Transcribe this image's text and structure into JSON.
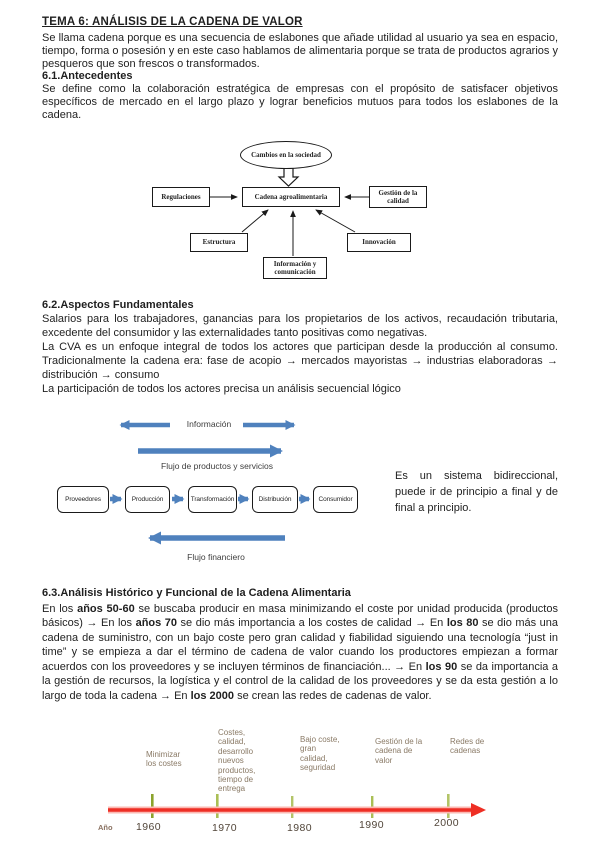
{
  "colors": {
    "diagram_blue": "#4f81bd",
    "timeline_red": "#ee2e24",
    "tick_green": "#9aad35",
    "timeline_label_brown": "#8a7a66",
    "timeline_year_brown": "#52463a"
  },
  "doc": {
    "title": "TEMA 6: ANÁLISIS DE LA CADENA DE VALOR",
    "intro": "Se llama cadena porque es una secuencia de eslabones que añade utilidad al usuario ya sea en espacio, tiempo, forma o posesión y en este caso hablamos de alimentaria porque se trata de productos agrarios y pesqueros que son frescos o transformados."
  },
  "section1": {
    "heading": "6.1.Antecedentes",
    "body": "Se define como la colaboración estratégica de empresas con el propósito de satisfacer objetivos específicos de mercado en el largo plazo y lograr beneficios mutuos para todos los eslabones de la cadena."
  },
  "diagram1": {
    "ellipse": "Cambios en la sociedad",
    "center": "Cadena agroalimentaria",
    "left": "Regulaciones",
    "right": "Gestión de la calidad",
    "bottom_left": "Estructura",
    "bottom_center": "Información y comunicación",
    "bottom_right": "Innovación"
  },
  "section2": {
    "heading": "6.2.Aspectos Fundamentales",
    "para1": "Salarios para los trabajadores, ganancias para los propietarios de los activos, recaudación tributaria, excedente del consumidor y las externalidades tanto positivas como negativas.",
    "para2": "La CVA es un enfoque integral de todos los actores que participan desde la producción al consumo. Tradicionalmente la cadena era: fase de acopio → mercados mayoristas → industrias elaboradoras → distribución → consumo",
    "para3": "La participación de todos los actores precisa un análisis secuencial lógico"
  },
  "diagram2": {
    "top_arrow_label": "Información",
    "flow_arrow_label": "Flujo de productos y servicios",
    "chain_boxes": [
      "Proveedores",
      "Producción",
      "Transformación",
      "Distribución",
      "Consumidor"
    ],
    "bottom_arrow_label": "Flujo financiero",
    "side_note": "Es un sistema bidireccional, puede ir de principio a final y de final a principio."
  },
  "section3": {
    "heading": "6.3.Análisis Histórico y Funcional de la Cadena Alimentaria",
    "segments": [
      {
        "t": "En los ",
        "b": false
      },
      {
        "t": "años 50-60",
        "b": true
      },
      {
        "t": " se buscaba producir en masa minimizando el coste por unidad producida (productos básicos) → En los ",
        "b": false
      },
      {
        "t": "años 70",
        "b": true
      },
      {
        "t": " se dio más importancia a los costes de calidad → En ",
        "b": false
      },
      {
        "t": "los 80",
        "b": true
      },
      {
        "t": " se dio más una cadena de suministro, con un bajo coste pero gran calidad y fiabilidad siguiendo una tecnología “just in time” y se empieza a dar el término de cadena de valor cuando los productores empiezan a formar acuerdos con los proveedores y se incluyen términos de financiación... → En ",
        "b": false
      },
      {
        "t": "los 90",
        "b": true
      },
      {
        "t": " se da importancia a la gestión de recursos, la logística y el control de la calidad de los proveedores y se da esta gestión a lo largo de toda la cadena → En ",
        "b": false
      },
      {
        "t": "los 2000",
        "b": true
      },
      {
        "t": " se crean las redes de cadenas de valor.",
        "b": false
      }
    ]
  },
  "timeline": {
    "axis_label": "Año",
    "entries": [
      {
        "year": "1960",
        "label": "Minimizar los costes"
      },
      {
        "year": "1970",
        "label": "Costes, calidad, desarrollo nuevos productos, tiempo de entrega"
      },
      {
        "year": "1980",
        "label": "Bajo coste, gran calidad, seguridad"
      },
      {
        "year": "1990",
        "label": "Gestión de la cadena de valor"
      },
      {
        "year": "2000",
        "label": "Redes de cadenas"
      }
    ]
  }
}
